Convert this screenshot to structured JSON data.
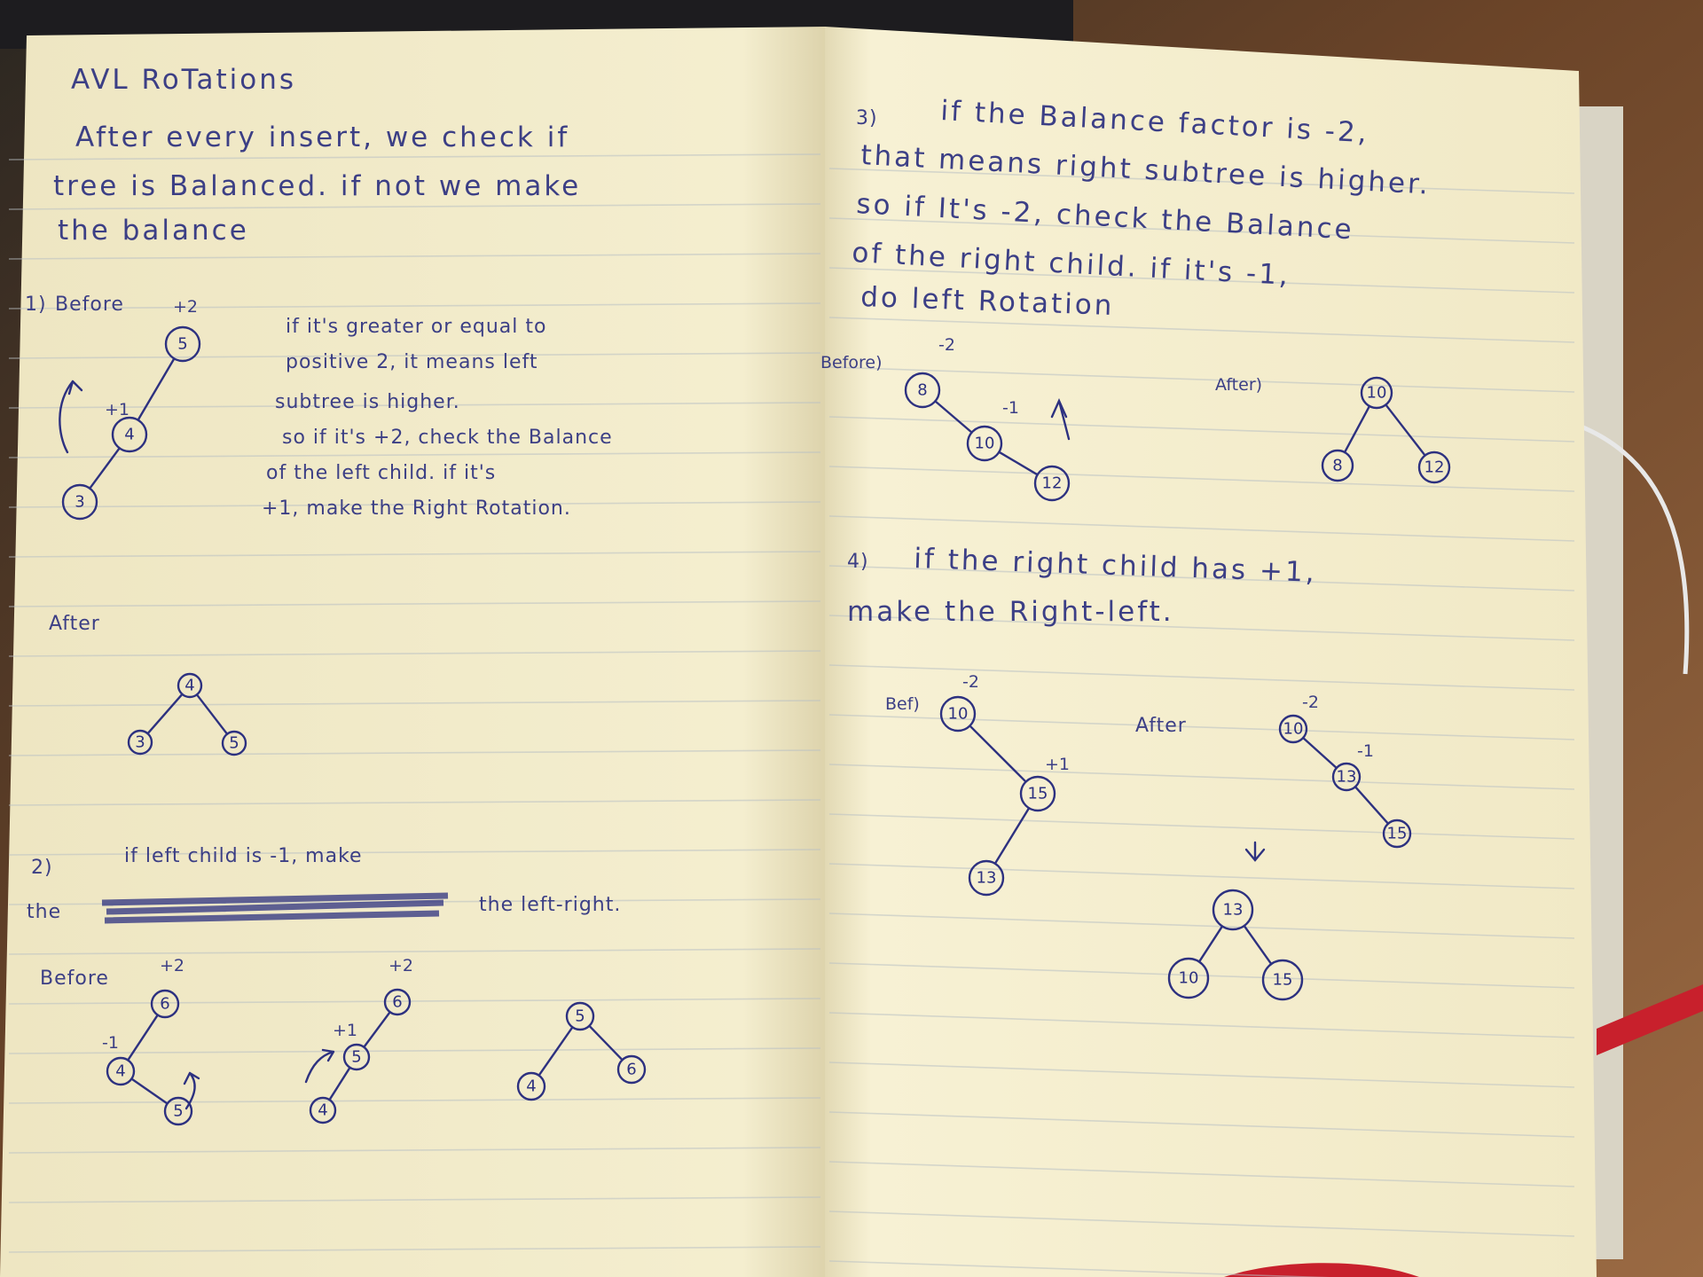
{
  "colors": {
    "ink": "#2d3180",
    "paper": "#f6f0cf",
    "rules": "#b9c0c4",
    "desk": "#7a5236",
    "ribbon": "#c8202c"
  },
  "left_page": {
    "title": "AVL RoTations",
    "intro": [
      "After every insert, we check if",
      "tree is Balanced. if not we make",
      "the balance"
    ],
    "case1": {
      "marker": "1)",
      "before_label": "Before",
      "text": [
        "if it's greater or equal to",
        "positive 2, it means left",
        "subtree is higher.",
        "so if it's +2, check the Balance",
        "of the left child. if it's",
        "+1, make the Right Rotation."
      ],
      "after_label": "After",
      "before_factors": [
        "+2",
        "+1"
      ],
      "before_nodes": [
        "5",
        "4",
        "3"
      ],
      "after_nodes": [
        "4",
        "3",
        "5"
      ]
    },
    "case2": {
      "marker": "2)",
      "text_line1": "if left child is -1, make",
      "text_line2": "the left-right.",
      "before_label": "Before",
      "factors": [
        "+2",
        "-1",
        "+2",
        "+1"
      ],
      "step1_nodes": [
        "6",
        "4",
        "5"
      ],
      "step2_nodes": [
        "6",
        "5",
        "4"
      ],
      "step3_nodes": [
        "5",
        "4",
        "6"
      ]
    }
  },
  "right_page": {
    "case3": {
      "marker": "3)",
      "text": [
        "if the Balance factor is -2,",
        "that means right subtree is higher.",
        "so if It's -2, check the Balance",
        "of the right child. if it's -1,",
        "do left Rotation"
      ],
      "before_label": "Before)",
      "after_label": "After)",
      "factors": [
        "-2",
        "-1"
      ],
      "before_nodes": [
        "8",
        "10",
        "12"
      ],
      "after_nodes": [
        "10",
        "8",
        "12"
      ]
    },
    "case4": {
      "marker": "4)",
      "text_line1": "if the right child has +1,",
      "text_line2": "make the Right-left.",
      "before_label": "Bef)",
      "after_label": "After",
      "factors": [
        "-2",
        "+1",
        "-2",
        "-1"
      ],
      "before_nodes": [
        "10",
        "15",
        "13"
      ],
      "mid_nodes": [
        "10",
        "13",
        "15"
      ],
      "final_nodes": [
        "13",
        "10",
        "15"
      ]
    }
  }
}
